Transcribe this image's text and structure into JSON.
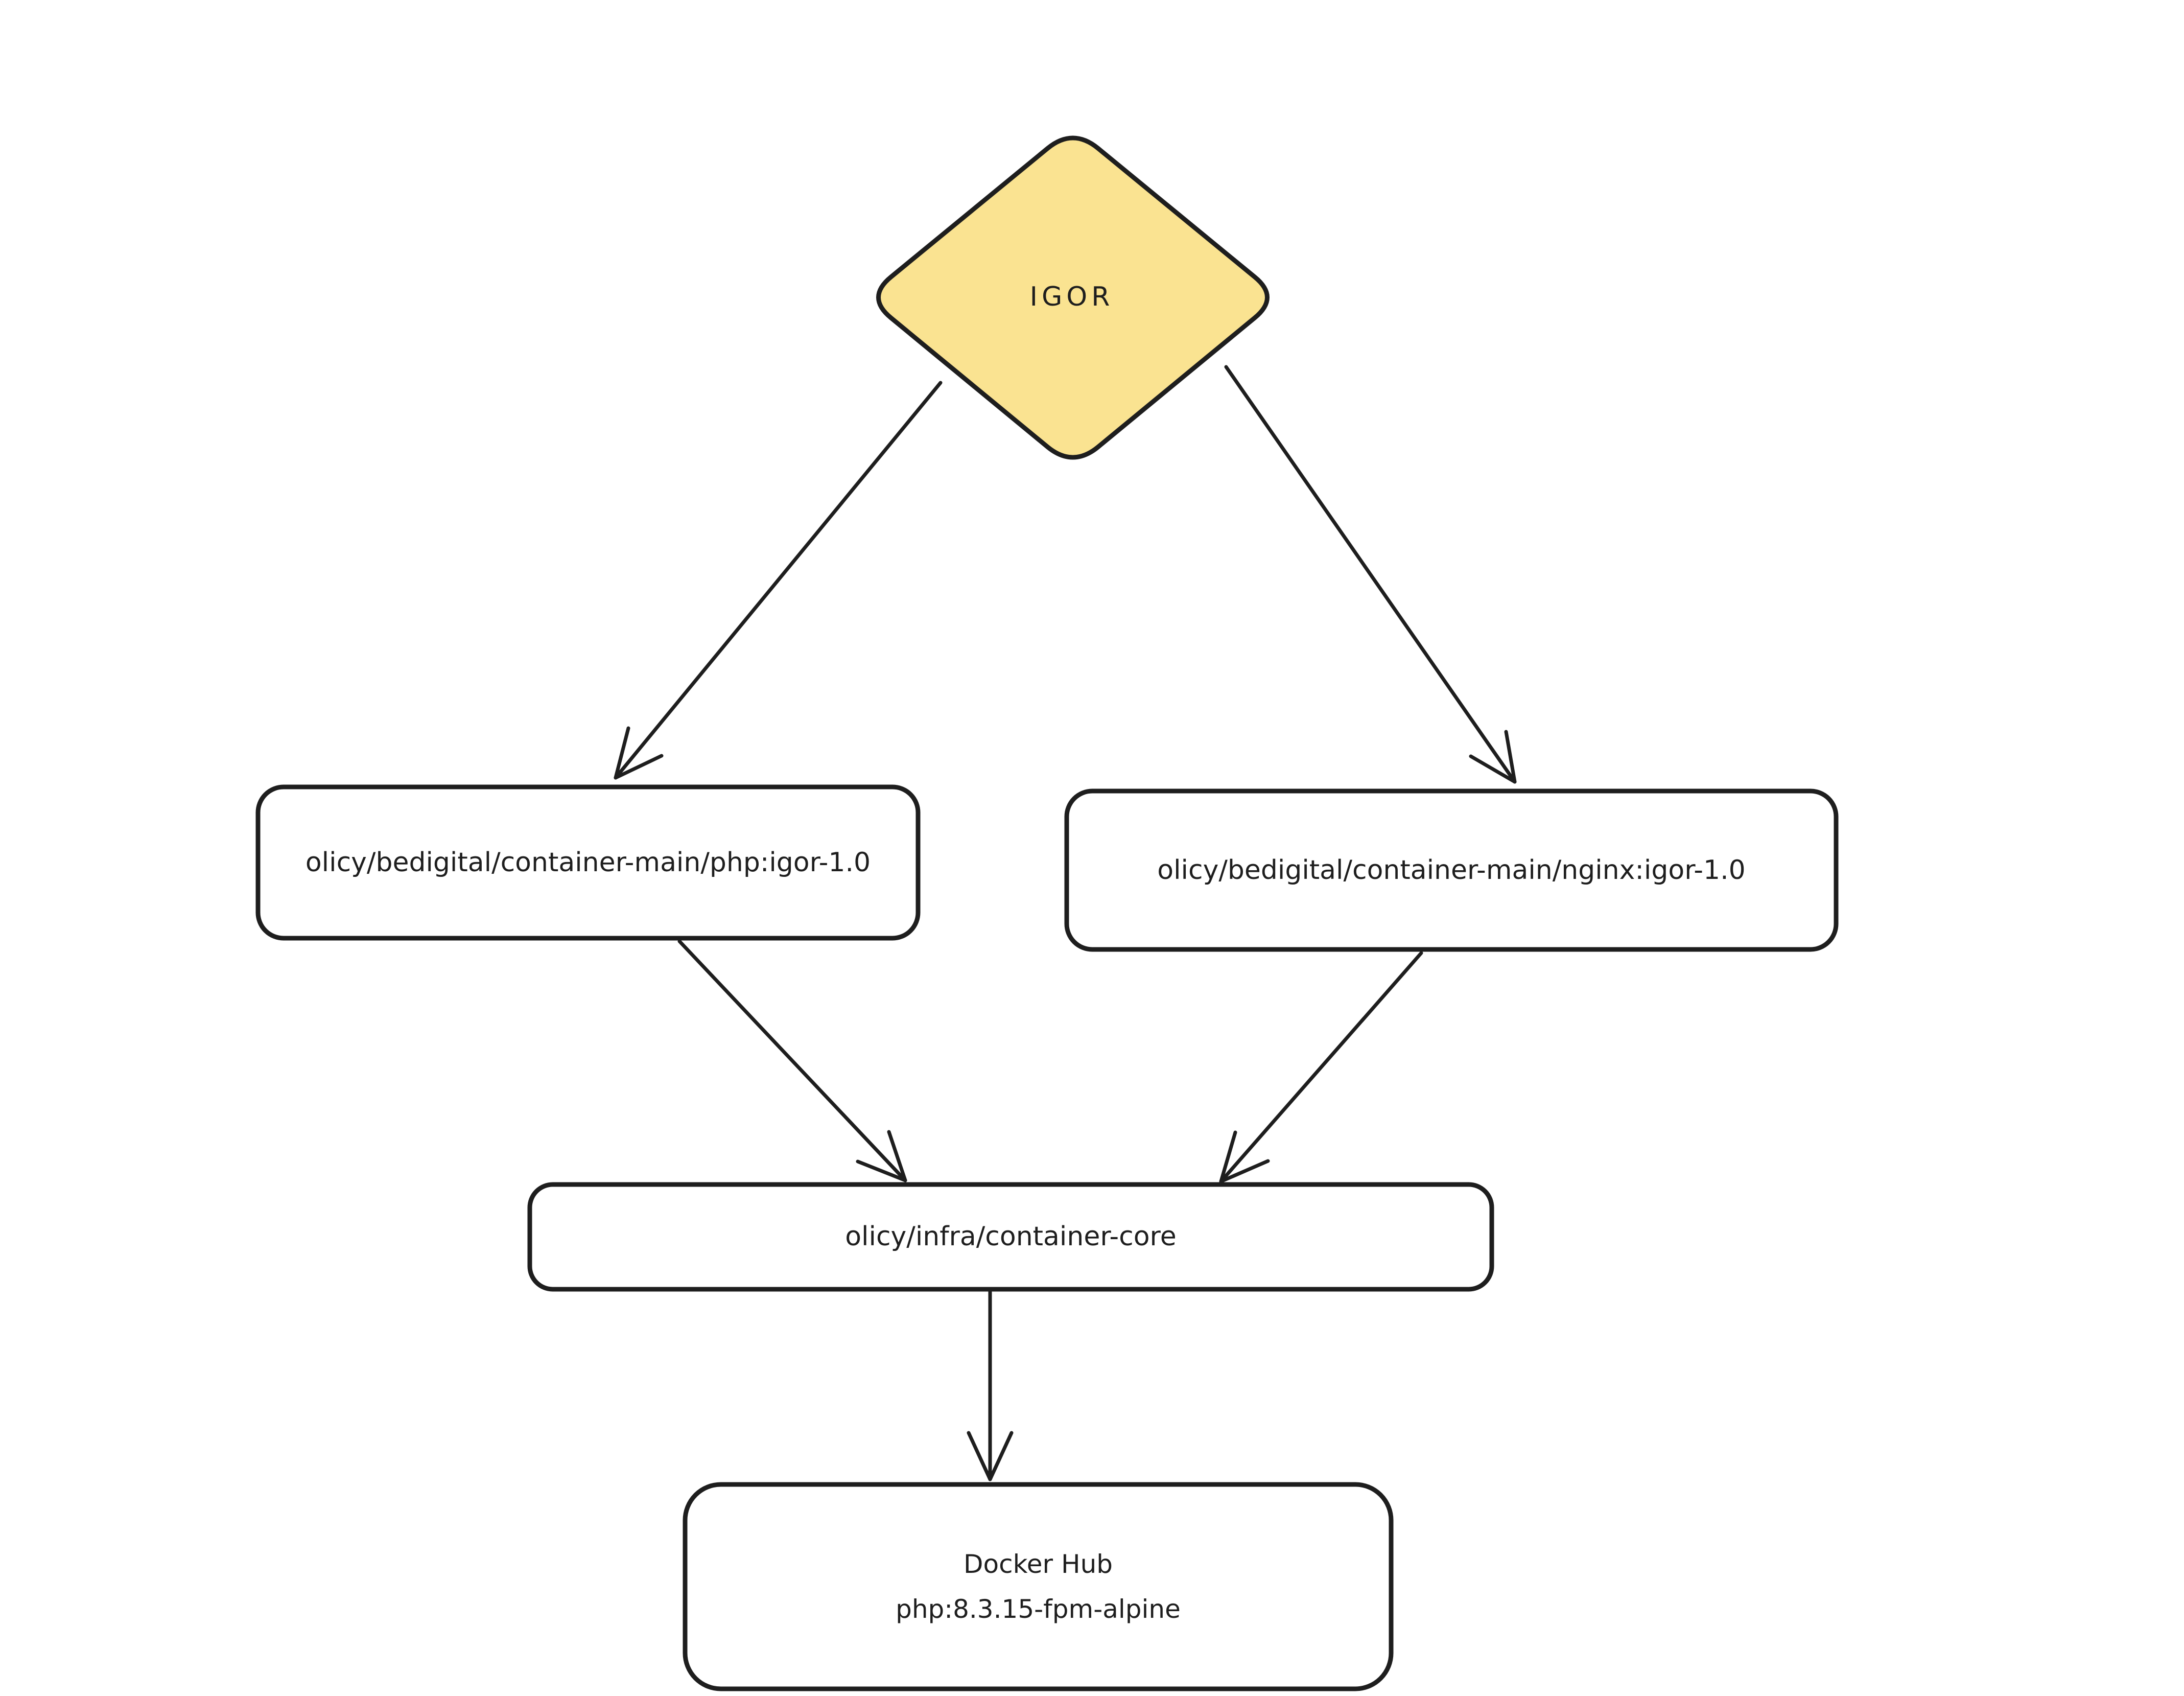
{
  "diagram": {
    "background_color": "#ffffff",
    "stroke_color": "#1e1e1e",
    "nodes": {
      "igor": {
        "label": "IGOR",
        "shape": "diamond",
        "fill": "#fae391"
      },
      "php_image": {
        "label": "olicy/bedigital/container-main/php:igor-1.0",
        "shape": "rounded-rectangle",
        "fill": "#ffffff"
      },
      "nginx_image": {
        "label": "olicy/bedigital/container-main/nginx:igor-1.0",
        "shape": "rounded-rectangle",
        "fill": "#ffffff"
      },
      "container_core": {
        "label": "olicy/infra/container-core",
        "shape": "rounded-rectangle",
        "fill": "#ffffff"
      },
      "docker_hub": {
        "label_lines": [
          "Docker Hub",
          "php:8.3.15-fpm-alpine"
        ],
        "shape": "rounded-rectangle",
        "fill": "#ffffff"
      }
    },
    "edges": [
      {
        "from": "igor",
        "to": "php_image"
      },
      {
        "from": "igor",
        "to": "nginx_image"
      },
      {
        "from": "php_image",
        "to": "container_core"
      },
      {
        "from": "nginx_image",
        "to": "container_core"
      },
      {
        "from": "container_core",
        "to": "docker_hub"
      }
    ]
  }
}
